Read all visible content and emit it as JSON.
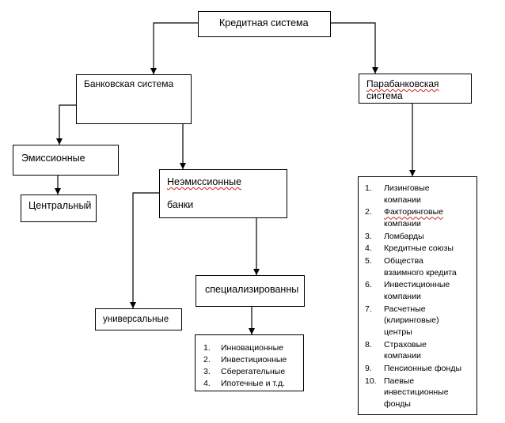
{
  "root": {
    "label": "Кредитная система"
  },
  "banking": {
    "label": "Банковская  система"
  },
  "parabanking": {
    "line1": "Парабанковская",
    "line2": "система"
  },
  "emission": {
    "label": "Эмиссионные"
  },
  "central": {
    "label": "Центральный"
  },
  "non_emission": {
    "line1": "Неэмиссионные",
    "line2": "банки"
  },
  "universal": {
    "label": "универсальные"
  },
  "specialized": {
    "label": "специализированны"
  },
  "specialized_list": [
    {
      "num": "1.",
      "lines": [
        "Инновационные"
      ]
    },
    {
      "num": "2.",
      "lines": [
        "Инвестиционные"
      ]
    },
    {
      "num": "3.",
      "lines": [
        "Сберегательные"
      ]
    },
    {
      "num": "4.",
      "lines": [
        "Ипотечные и т.д."
      ]
    }
  ],
  "parabanking_list": [
    {
      "num": "1.",
      "lines": [
        "Лизинговые",
        "компании"
      ]
    },
    {
      "num": "2.",
      "lines": [
        "Факторинговые",
        "компании"
      ]
    },
    {
      "num": "3.",
      "lines": [
        "Ломбарды"
      ]
    },
    {
      "num": "4.",
      "lines": [
        "Кредитные  союзы"
      ]
    },
    {
      "num": "5.",
      "lines": [
        "Общества",
        "взаимного кредита"
      ]
    },
    {
      "num": "6.",
      "lines": [
        "Инвестиционные",
        "компании"
      ]
    },
    {
      "num": "7.",
      "lines": [
        "Расчетные",
        "(клиринговые)",
        "центры"
      ]
    },
    {
      "num": "8.",
      "lines": [
        "Страховые",
        "компании"
      ]
    },
    {
      "num": "9.",
      "lines": [
        "Пенсионные фонды"
      ]
    },
    {
      "num": "10.",
      "lines": [
        "Паевые",
        "инвестиционные",
        "фонды"
      ]
    }
  ]
}
